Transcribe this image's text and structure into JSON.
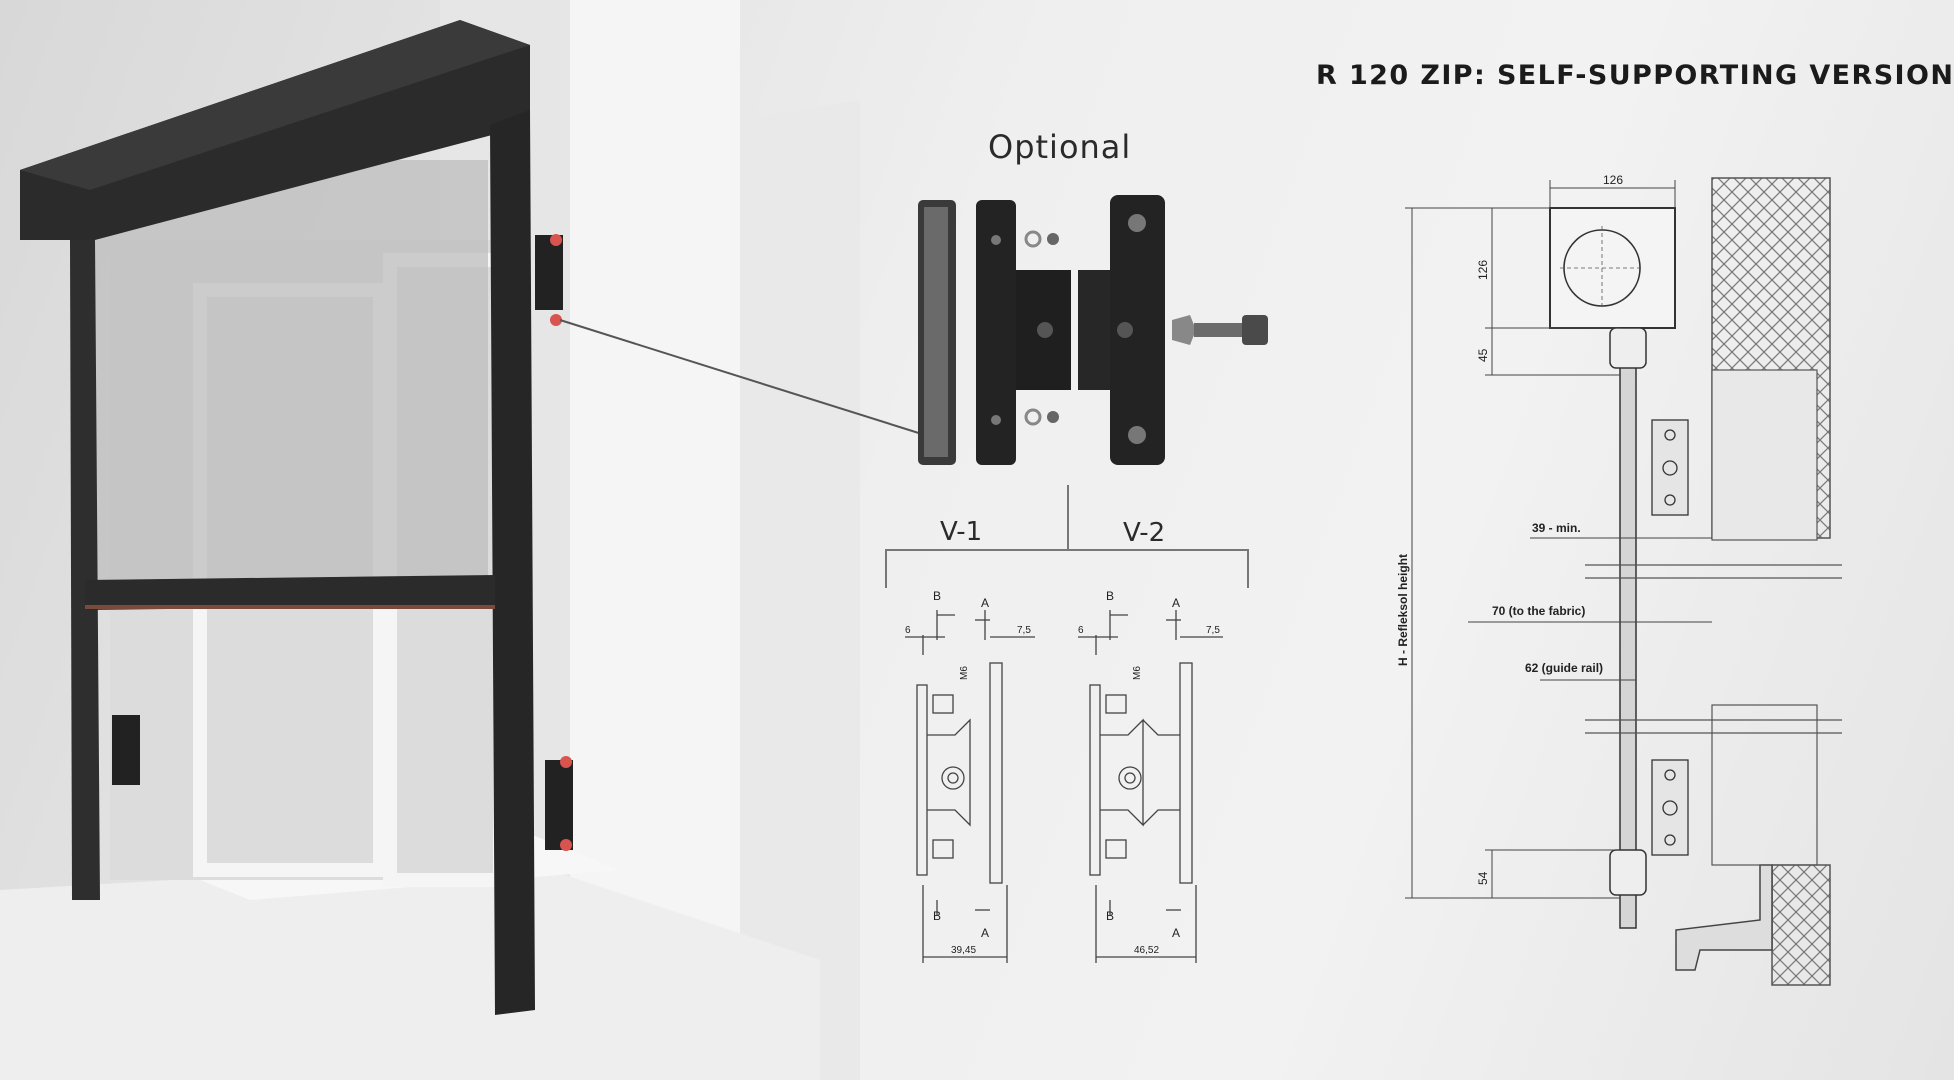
{
  "title": "R 120 ZIP: SELF-SUPPORTING VERSION",
  "optional_label": "Optional",
  "variants": {
    "v1": {
      "label": "V-1",
      "dim_b": "B",
      "dim_a": "A",
      "dim_left": "6",
      "dim_right": "7,5",
      "bolt": "M6",
      "width": "39,45"
    },
    "v2": {
      "label": "V-2",
      "dim_b": "B",
      "dim_a": "A",
      "dim_left": "6",
      "dim_right": "7,5",
      "bolt": "M6",
      "width": "46,52"
    }
  },
  "section": {
    "dim_top_width": "126",
    "dim_box_height": "126",
    "dim_45": "45",
    "dim_54": "54",
    "height_label": "H - Refleksol height",
    "dim_min": "39 - min.",
    "dim_fabric": "70 (to the fabric)",
    "dim_rail": "62 (guide rail)"
  },
  "colors": {
    "frame": "#2b2b2b",
    "wall": "#f4f4f4",
    "accent_red": "#d9534f",
    "line": "#555555"
  }
}
